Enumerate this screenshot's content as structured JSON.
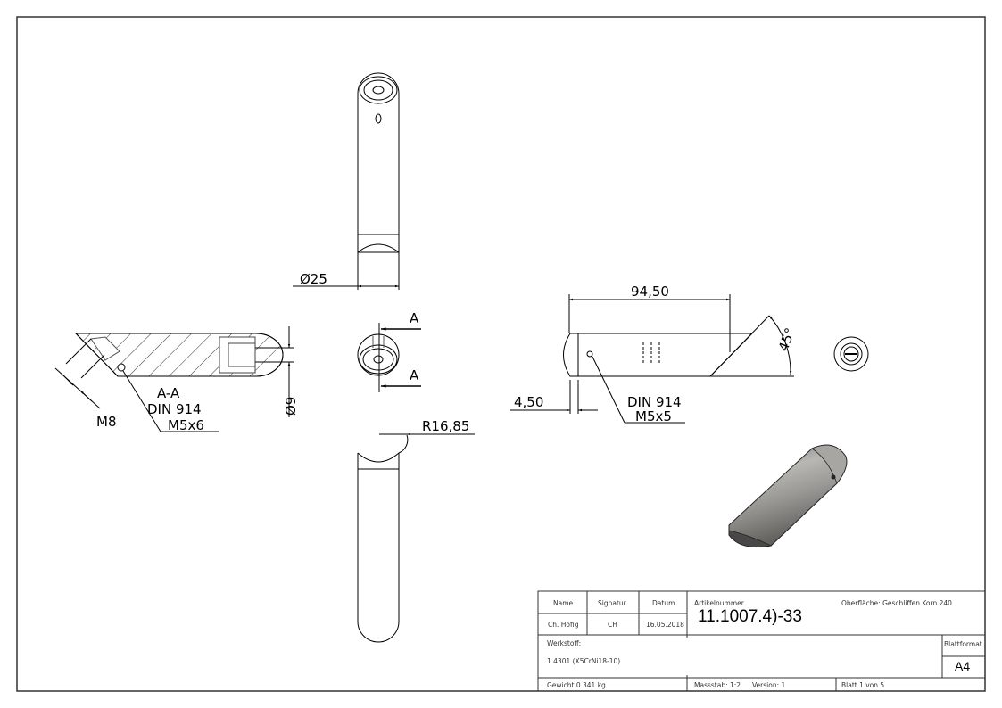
{
  "drawing": {
    "views": {
      "section": {
        "label": "A-A",
        "callout_line1": "DIN 914",
        "callout_line2": "M5x6",
        "thread": "M8",
        "bore_dim": "Ø9"
      },
      "top_view": {
        "diameter_dim": "Ø25"
      },
      "end_view": {
        "cut_marker_top": "A",
        "cut_marker_bottom": "A"
      },
      "bottom_view": {
        "radius_dim": "R16,85"
      },
      "side_view": {
        "length_dim": "94,50",
        "angle_dim": "45°",
        "offset_dim": "4,50",
        "callout_line1": "DIN 914",
        "callout_line2": "M5x5"
      }
    },
    "colors": {
      "line": "#000000",
      "border": "#333333",
      "render_body": "#8a8885"
    }
  },
  "title_block": {
    "headers": {
      "name": "Name",
      "signature": "Signatur",
      "date": "Datum"
    },
    "values": {
      "name": "Ch. Höfig",
      "signature": "CH",
      "date": "16.05.2018"
    },
    "article_label": "Artikelnummer",
    "article_number": "11.1007.4)-33",
    "surface": "Oberfläche:  Geschliffen Korn 240",
    "material_label": "Werkstoff:",
    "material": "1.4301 (X5CrNi18-10)",
    "format_label": "Blattformat",
    "format": "A4",
    "weight": "Gewicht 0.341 kg",
    "scale": "Massstab: 1:2",
    "version": "Version:   1",
    "sheet": "Blatt 1 von 5"
  }
}
